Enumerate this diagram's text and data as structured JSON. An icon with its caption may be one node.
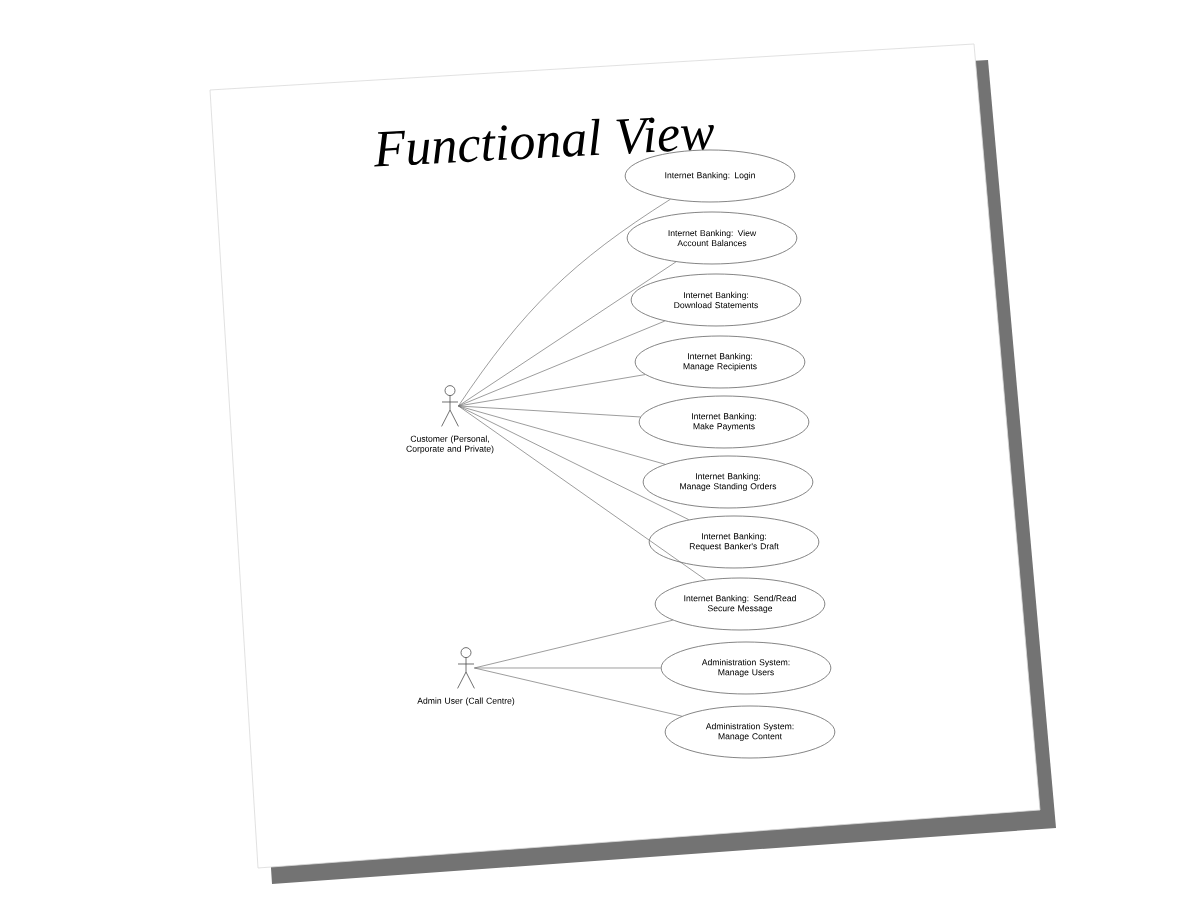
{
  "diagram": {
    "title": "Functional View",
    "nodes": [
      {
        "text": [
          "Internet Banking: Login"
        ]
      },
      {
        "text": [
          "Internet Banking: View Account Balances"
        ]
      },
      {
        "text": [
          "Internet Banking: Download Statements"
        ]
      },
      {
        "text": [
          "Internet Banking: Manage Recipients"
        ]
      },
      {
        "text": [
          "Internet Banking: Make Payments"
        ]
      },
      {
        "text": [
          "Internet Banking: Manage Standing Orders"
        ]
      },
      {
        "text": [
          "Internet Banking: Request Banker's Draft"
        ]
      },
      {
        "text": [
          "Internet Banking: Send/Read Secure Message"
        ]
      },
      {
        "text": [
          "Administration System: Manage Users"
        ]
      },
      {
        "text": [
          "Administration System: Manage Content"
        ]
      },
      {
        "text": [
          "Customer (Personal, Corporate and Private)"
        ]
      },
      {
        "text": [
          "Admin User (Call Centre)"
        ]
      }
    ],
    "edges": [
      {
        "from": 10,
        "to": 0,
        "arrow": "none"
      },
      {
        "from": 10,
        "to": 1,
        "arrow": "none"
      },
      {
        "from": 10,
        "to": 2,
        "arrow": "none"
      },
      {
        "from": 10,
        "to": 3,
        "arrow": "none"
      },
      {
        "from": 10,
        "to": 4,
        "arrow": "none"
      },
      {
        "from": 10,
        "to": 5,
        "arrow": "none"
      },
      {
        "from": 10,
        "to": 6,
        "arrow": "none"
      },
      {
        "from": 10,
        "to": 7,
        "arrow": "none"
      },
      {
        "from": 11,
        "to": 7,
        "arrow": "none"
      },
      {
        "from": 11,
        "to": 8,
        "arrow": "none"
      },
      {
        "from": 11,
        "to": 9,
        "arrow": "none"
      }
    ]
  }
}
